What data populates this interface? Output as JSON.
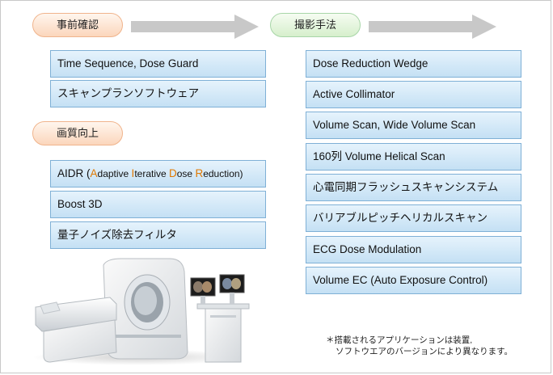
{
  "headers": {
    "jizen": "事前確認",
    "satsuei": "撮影手法",
    "gashitsu": "画質向上"
  },
  "left_top_items": [
    "Time Sequence,  Dose Guard",
    "スキャンプランソフトウェア"
  ],
  "aidr": {
    "prefix": "AIDR (",
    "a": "A",
    "a_rest": "daptive ",
    "i": "I",
    "i_rest": "terative ",
    "d": "D",
    "d_rest": "ose ",
    "r": "R",
    "r_rest": "eduction)"
  },
  "left_bottom_items": [
    "Boost 3D",
    "量子ノイズ除去フィルタ"
  ],
  "right_items": [
    "Dose Reduction Wedge",
    "Active Collimator",
    "Volume Scan,  Wide Volume Scan",
    "160列  Volume Helical Scan",
    "心電同期フラッシュスキャンシステム",
    "バリアブルピッチヘリカルスキャン",
    "ECG Dose Modulation",
    "Volume EC (Auto Exposure Control)"
  ],
  "note": {
    "line1": "＊搭載されるアプリケーションは装置,",
    "line2": "ソフトウエアのバージョンにより異なります。"
  },
  "colors": {
    "box_border": "#7fb0d6",
    "highlight": "#e07800",
    "arrow": "#c8c8c8"
  }
}
